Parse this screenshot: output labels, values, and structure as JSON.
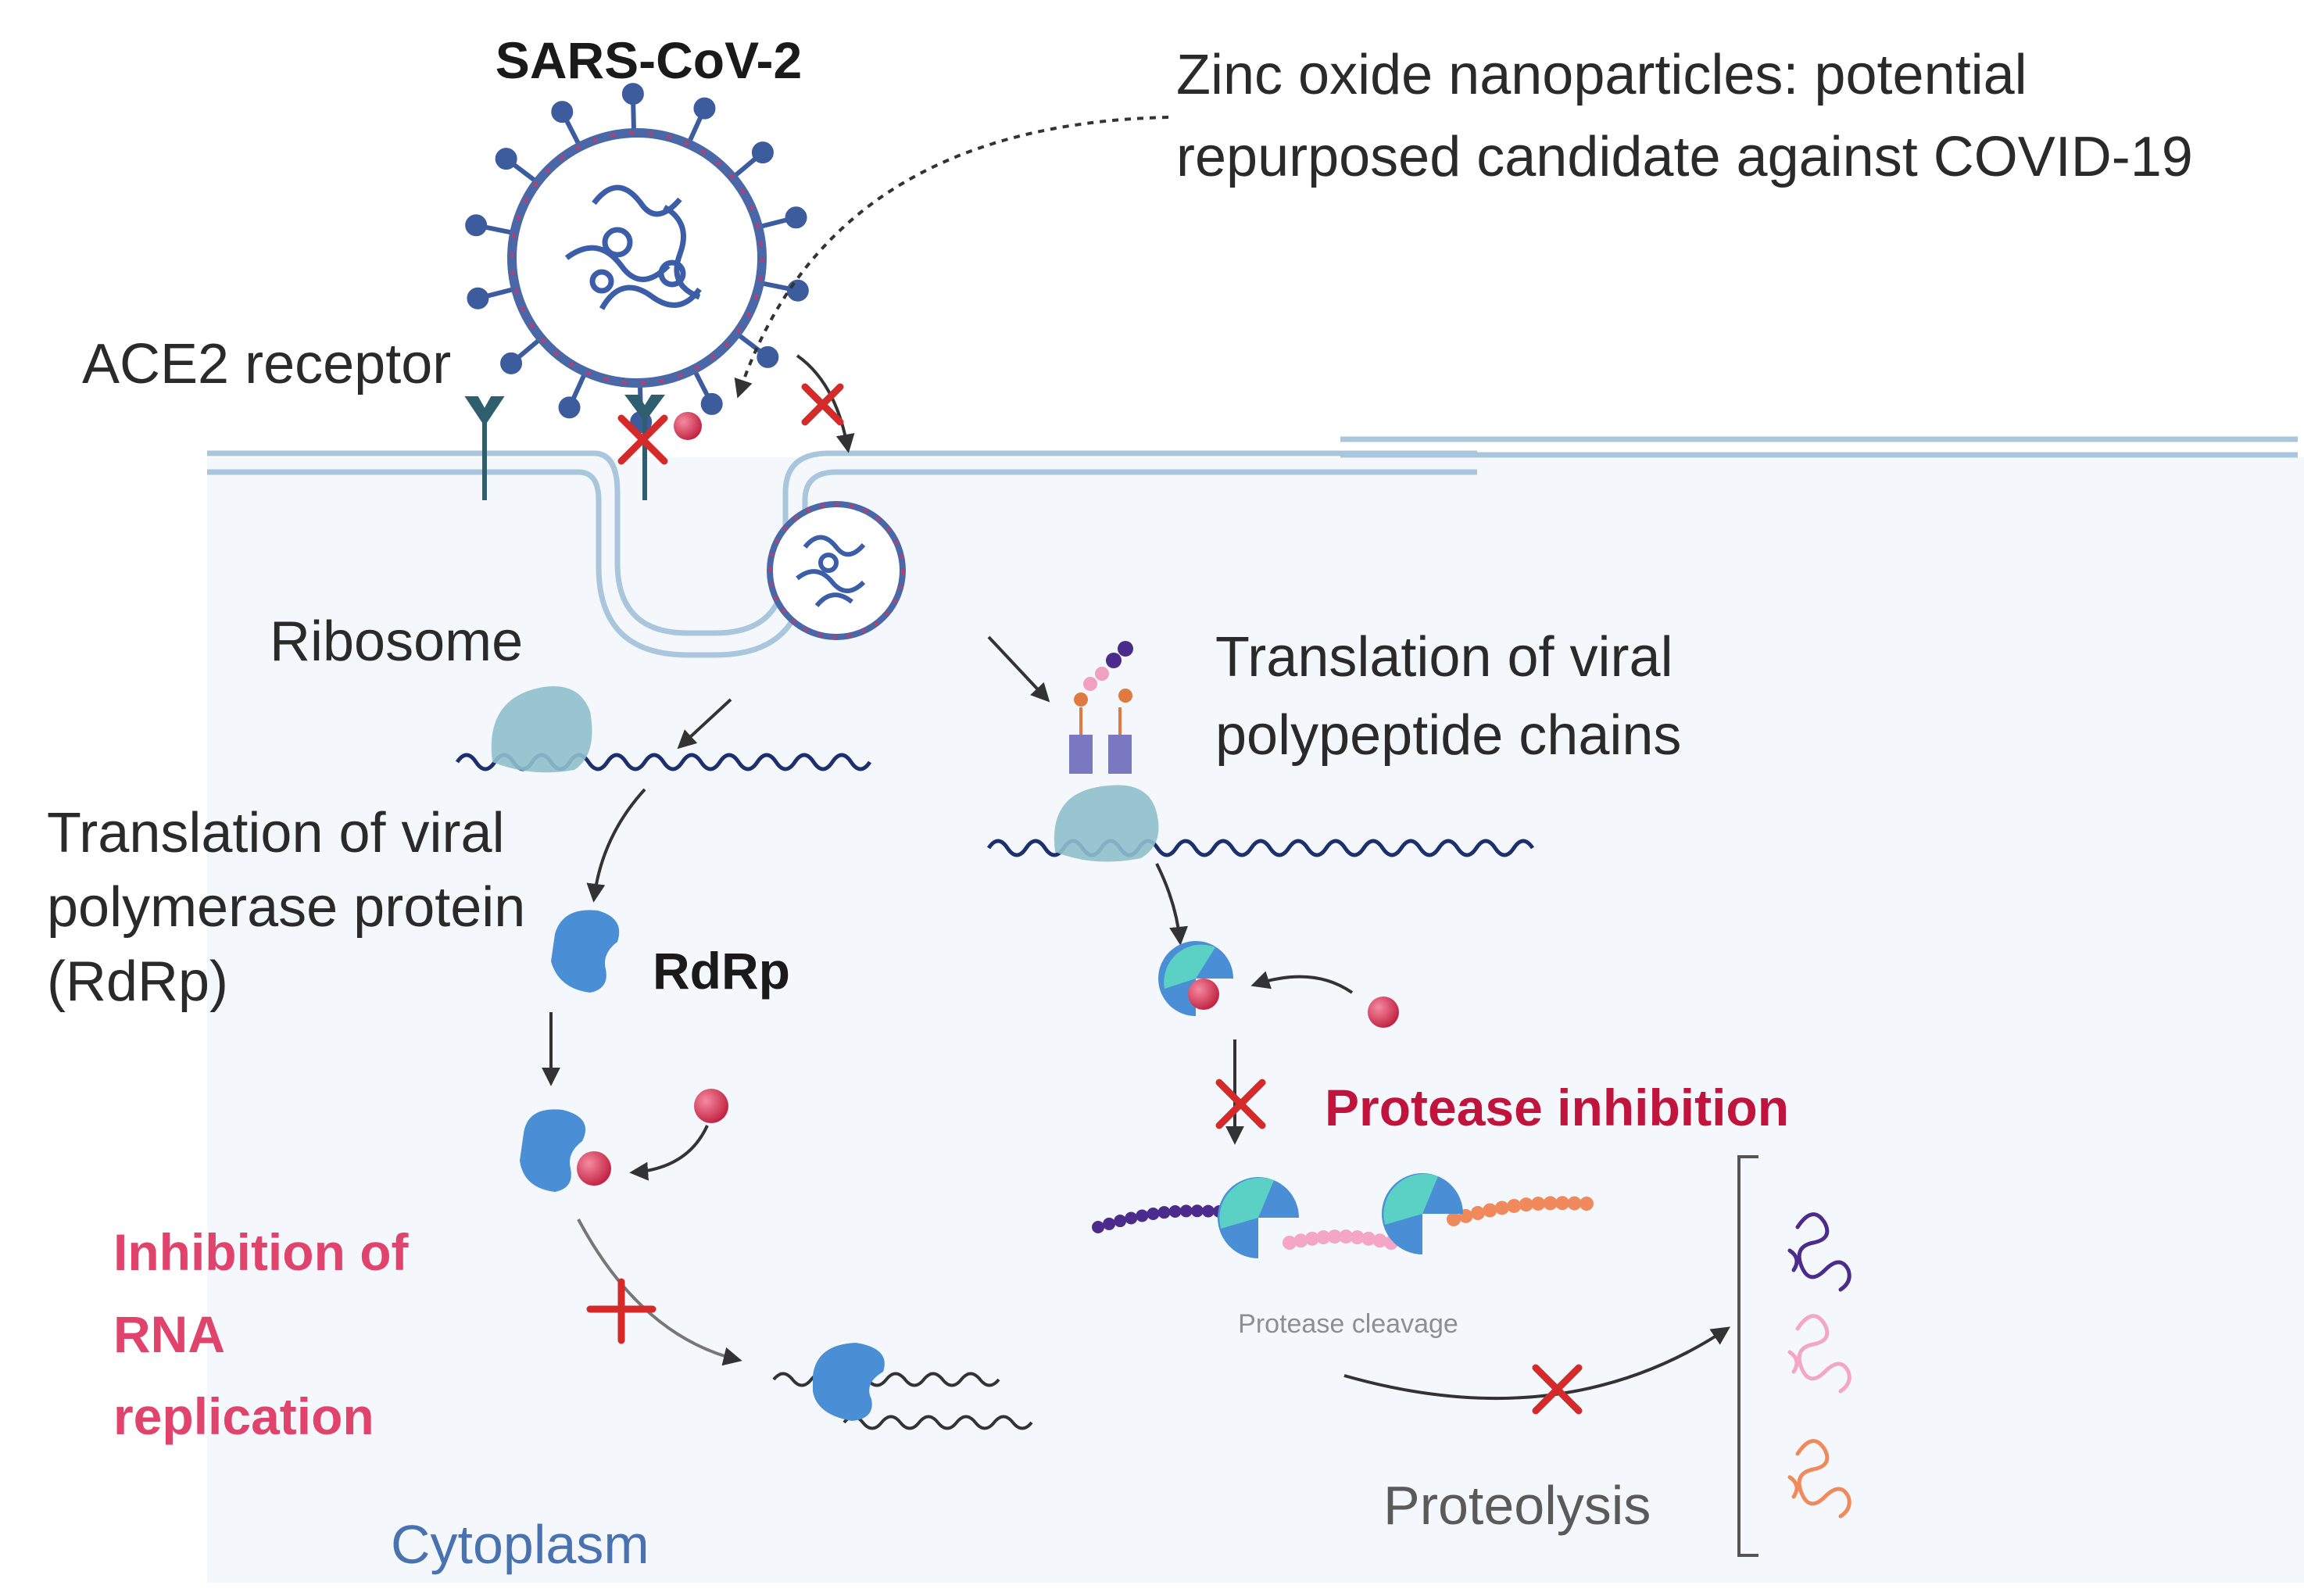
{
  "title": {
    "virus": "SARS-CoV-2",
    "zinc_line1": "Zinc oxide nanoparticles: potential",
    "zinc_line2": "repurposed candidate against COVID-19"
  },
  "labels": {
    "ace2": "ACE2 receptor",
    "ribosome": "Ribosome",
    "translation_polymerase_1": "Translation of viral",
    "translation_polymerase_2": "polymerase protein",
    "translation_polymerase_3": "(RdRp)",
    "rdrp": "RdRp",
    "inhibition_rna_1": "Inhibition of",
    "inhibition_rna_2": "RNA",
    "inhibition_rna_3": "replication",
    "translation_polypeptide_1": "Translation of viral",
    "translation_polypeptide_2": "polypeptide chains",
    "protease_inhibition": "Protease inhibition",
    "protease_cleavage": "Protease cleavage",
    "proteolysis": "Proteolysis",
    "cytoplasm": "Cytoplasm"
  },
  "colors": {
    "cytoplasm_bg": "#f4f8fc",
    "membrane": "#a9c6dc",
    "virus_envelope": "#4a68a8",
    "spike": "#3c5c9e",
    "rna": "#1e2f6e",
    "ribosome": "#8fbfcc",
    "enzyme_blue": "#4a8fd6",
    "enzyme_teal": "#5ad1c4",
    "nanoparticle": "#d63050",
    "inhibit_x": "#d42a2a",
    "protease_text": "#c0143c",
    "rna_inhibit_text": "#e0446c"
  }
}
